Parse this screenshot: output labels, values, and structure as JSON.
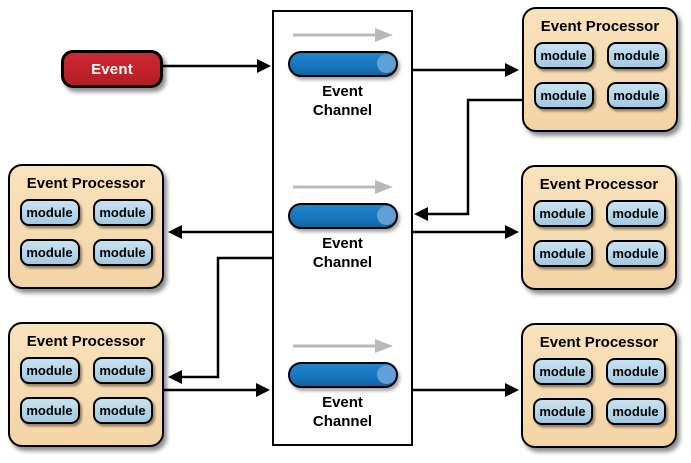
{
  "diagram": {
    "description": "Event-driven architecture broker topology diagram",
    "event_source": {
      "label": "Event"
    },
    "channel_box": {
      "channels": [
        {
          "label": "Event\nChannel",
          "direction": "right"
        },
        {
          "label": "Event\nChannel",
          "direction": "right"
        },
        {
          "label": "Event\nChannel",
          "direction": "right"
        }
      ]
    },
    "processors": [
      {
        "position": "top-right",
        "title": "Event Processor",
        "modules": [
          "module",
          "module",
          "module",
          "module"
        ]
      },
      {
        "position": "middle-left",
        "title": "Event Processor",
        "modules": [
          "module",
          "module",
          "module",
          "module"
        ]
      },
      {
        "position": "middle-right",
        "title": "Event Processor",
        "modules": [
          "module",
          "module",
          "module",
          "module"
        ]
      },
      {
        "position": "bottom-left",
        "title": "Event Processor",
        "modules": [
          "module",
          "module",
          "module",
          "module"
        ]
      },
      {
        "position": "bottom-right",
        "title": "Event Processor",
        "modules": [
          "module",
          "module",
          "module",
          "module"
        ]
      }
    ],
    "connectors": [
      {
        "name": "event-to-channel-1",
        "from": "event",
        "to": "channel-1"
      },
      {
        "name": "channel-1-to-processor-top-right",
        "from": "channel-1",
        "to": "processor-top-right"
      },
      {
        "name": "processor-top-right-to-channel-2",
        "from": "processor-top-right",
        "to": "channel-2"
      },
      {
        "name": "channel-2-to-processor-middle-left",
        "from": "channel-2",
        "to": "processor-middle-left"
      },
      {
        "name": "channel-2-to-processor-middle-right",
        "from": "channel-2",
        "to": "processor-middle-right"
      },
      {
        "name": "channel-2-to-processor-bottom-left",
        "from": "channel-2",
        "to": "processor-bottom-left"
      },
      {
        "name": "processor-bottom-left-to-channel-3",
        "from": "processor-bottom-left",
        "to": "channel-3"
      },
      {
        "name": "channel-3-to-processor-bottom-right",
        "from": "channel-3",
        "to": "processor-bottom-right"
      }
    ],
    "colors": {
      "background": "#ffffff",
      "event_fill": "#c2222a",
      "event_text": "#ffffff",
      "processor_fill": "#f6dab0",
      "module_fill": "#b4d5e9",
      "cylinder_fill": "#1877bf",
      "cylinder_cap": "#5fa0d6",
      "flow_arrow": "#b9b9b9",
      "connector_line": "#000000",
      "border": "#000000"
    }
  }
}
